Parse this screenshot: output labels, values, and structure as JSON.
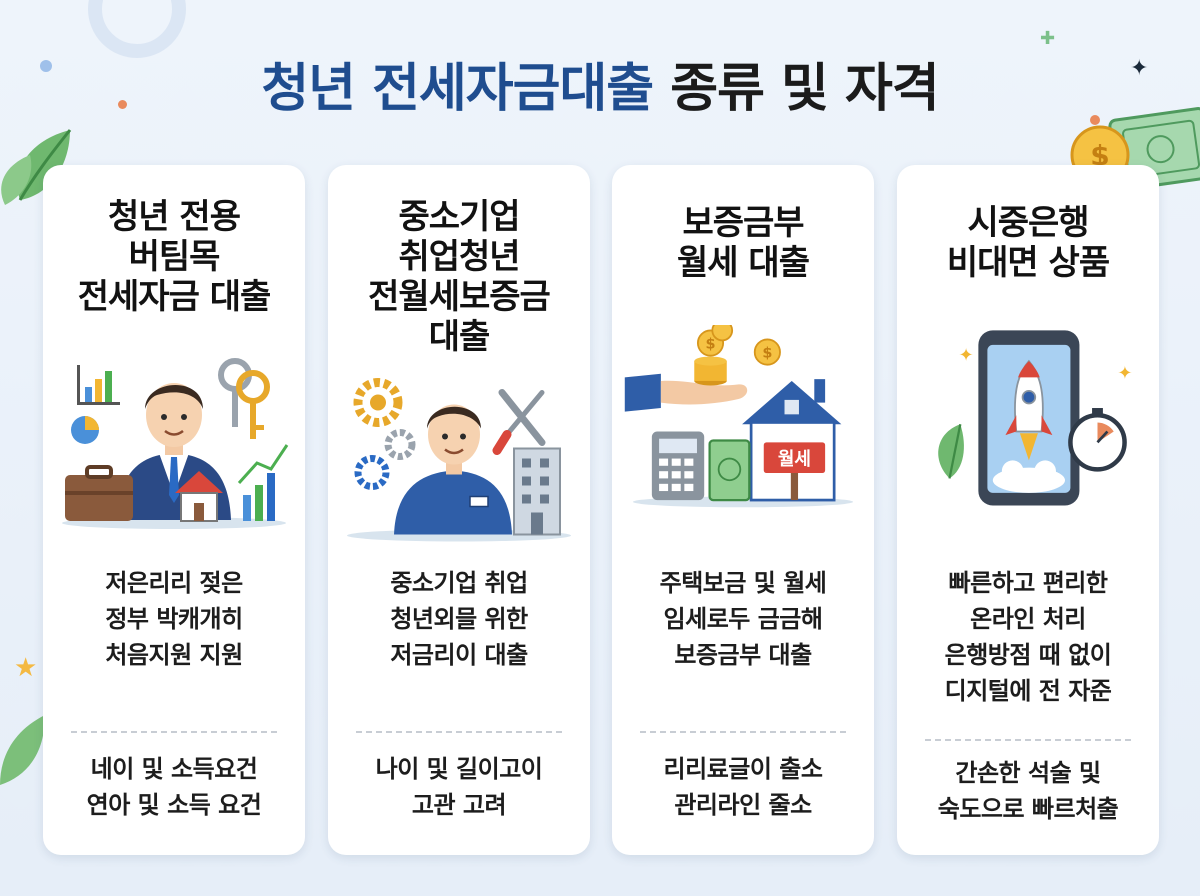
{
  "title": {
    "part1": "청년 전세자금대출",
    "part2": "종류 및 자격"
  },
  "cards": [
    {
      "title_lines": [
        "청년 전용",
        "버팀목",
        "전세자금 대출"
      ],
      "desc_lines": [
        "저은리리 젖은",
        "정부 박캐개히",
        "처음지원 지원"
      ],
      "req_lines": [
        "네이 및 소득요건",
        "연아 및 소득 요건"
      ]
    },
    {
      "title_lines": [
        "중소기업",
        "취업청년",
        "전월세보증금",
        "대출"
      ],
      "desc_lines": [
        "중소기업 취업",
        "청년외믈 위한",
        "저금리이 대출"
      ],
      "req_lines": [
        "나이 및 길이고이",
        "고관 고려"
      ]
    },
    {
      "title_lines": [
        "보증금부",
        "월세 대출"
      ],
      "sign_text": "월세",
      "desc_lines": [
        "주택보금 및 월세",
        "임세로두 금금해",
        "보증금부 대출"
      ],
      "req_lines": [
        "리리료글이 출소",
        "관리라인 줄소"
      ]
    },
    {
      "title_lines": [
        "시중은행",
        "비대면 상품"
      ],
      "desc_lines": [
        "빠른하고 편리한",
        "온라인 처리",
        "은행방점 때 없이",
        "디지털에 전 자준"
      ],
      "req_lines": [
        "간손한 석술 및",
        "숙도으로 빠르처출"
      ]
    }
  ],
  "colors": {
    "title_blue": "#1f4d8f",
    "title_dark": "#1b1b1b",
    "accent_gold": "#f2b632",
    "accent_green": "#4caf50",
    "accent_red": "#e0473a",
    "suit_navy": "#2b4a86"
  }
}
